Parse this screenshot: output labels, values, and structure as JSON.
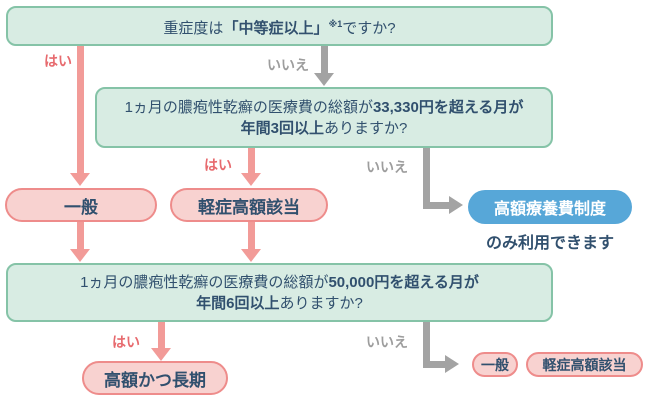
{
  "colors": {
    "box_fill": "#d8ece3",
    "box_border": "#85c3a7",
    "text_navy": "#31506e",
    "pill_fill": "#f8d2d0",
    "pill_border": "#ee8c8b",
    "arrow_pink": "#f29b98",
    "arrow_gray": "#a3a3a3",
    "yes_color": "#e76a6e",
    "no_color": "#9d9d9d",
    "blue_fill": "#57a7d8"
  },
  "labels": {
    "yes": "はい",
    "no": "いいえ"
  },
  "q1": {
    "prefix": "重症度は",
    "bold": "「中等症以上」",
    "note_ref": "※1",
    "suffix": "ですか?"
  },
  "q2": {
    "lead": "1ヵ月の膿疱性乾癬の医療費の総額が",
    "amount": "33,330円を超える月が",
    "frequency": "年間3回以上",
    "tail": "ありますか?"
  },
  "q3": {
    "lead": "1ヵ月の膿疱性乾癬の医療費の総額が",
    "amount": "50,000円を超える月が",
    "frequency": "年間6回以上",
    "tail": "ありますか?"
  },
  "pills": {
    "general": "一般",
    "mild_high_cost": "軽症高額該当",
    "high_cost_long_term": "高額かつ長期",
    "high_cost_care_system": "高額療養費制度"
  },
  "note_under_blue_pill": "のみ利用できます",
  "bottom": {
    "general": "一般",
    "mild_high_cost": "軽症高額該当"
  }
}
